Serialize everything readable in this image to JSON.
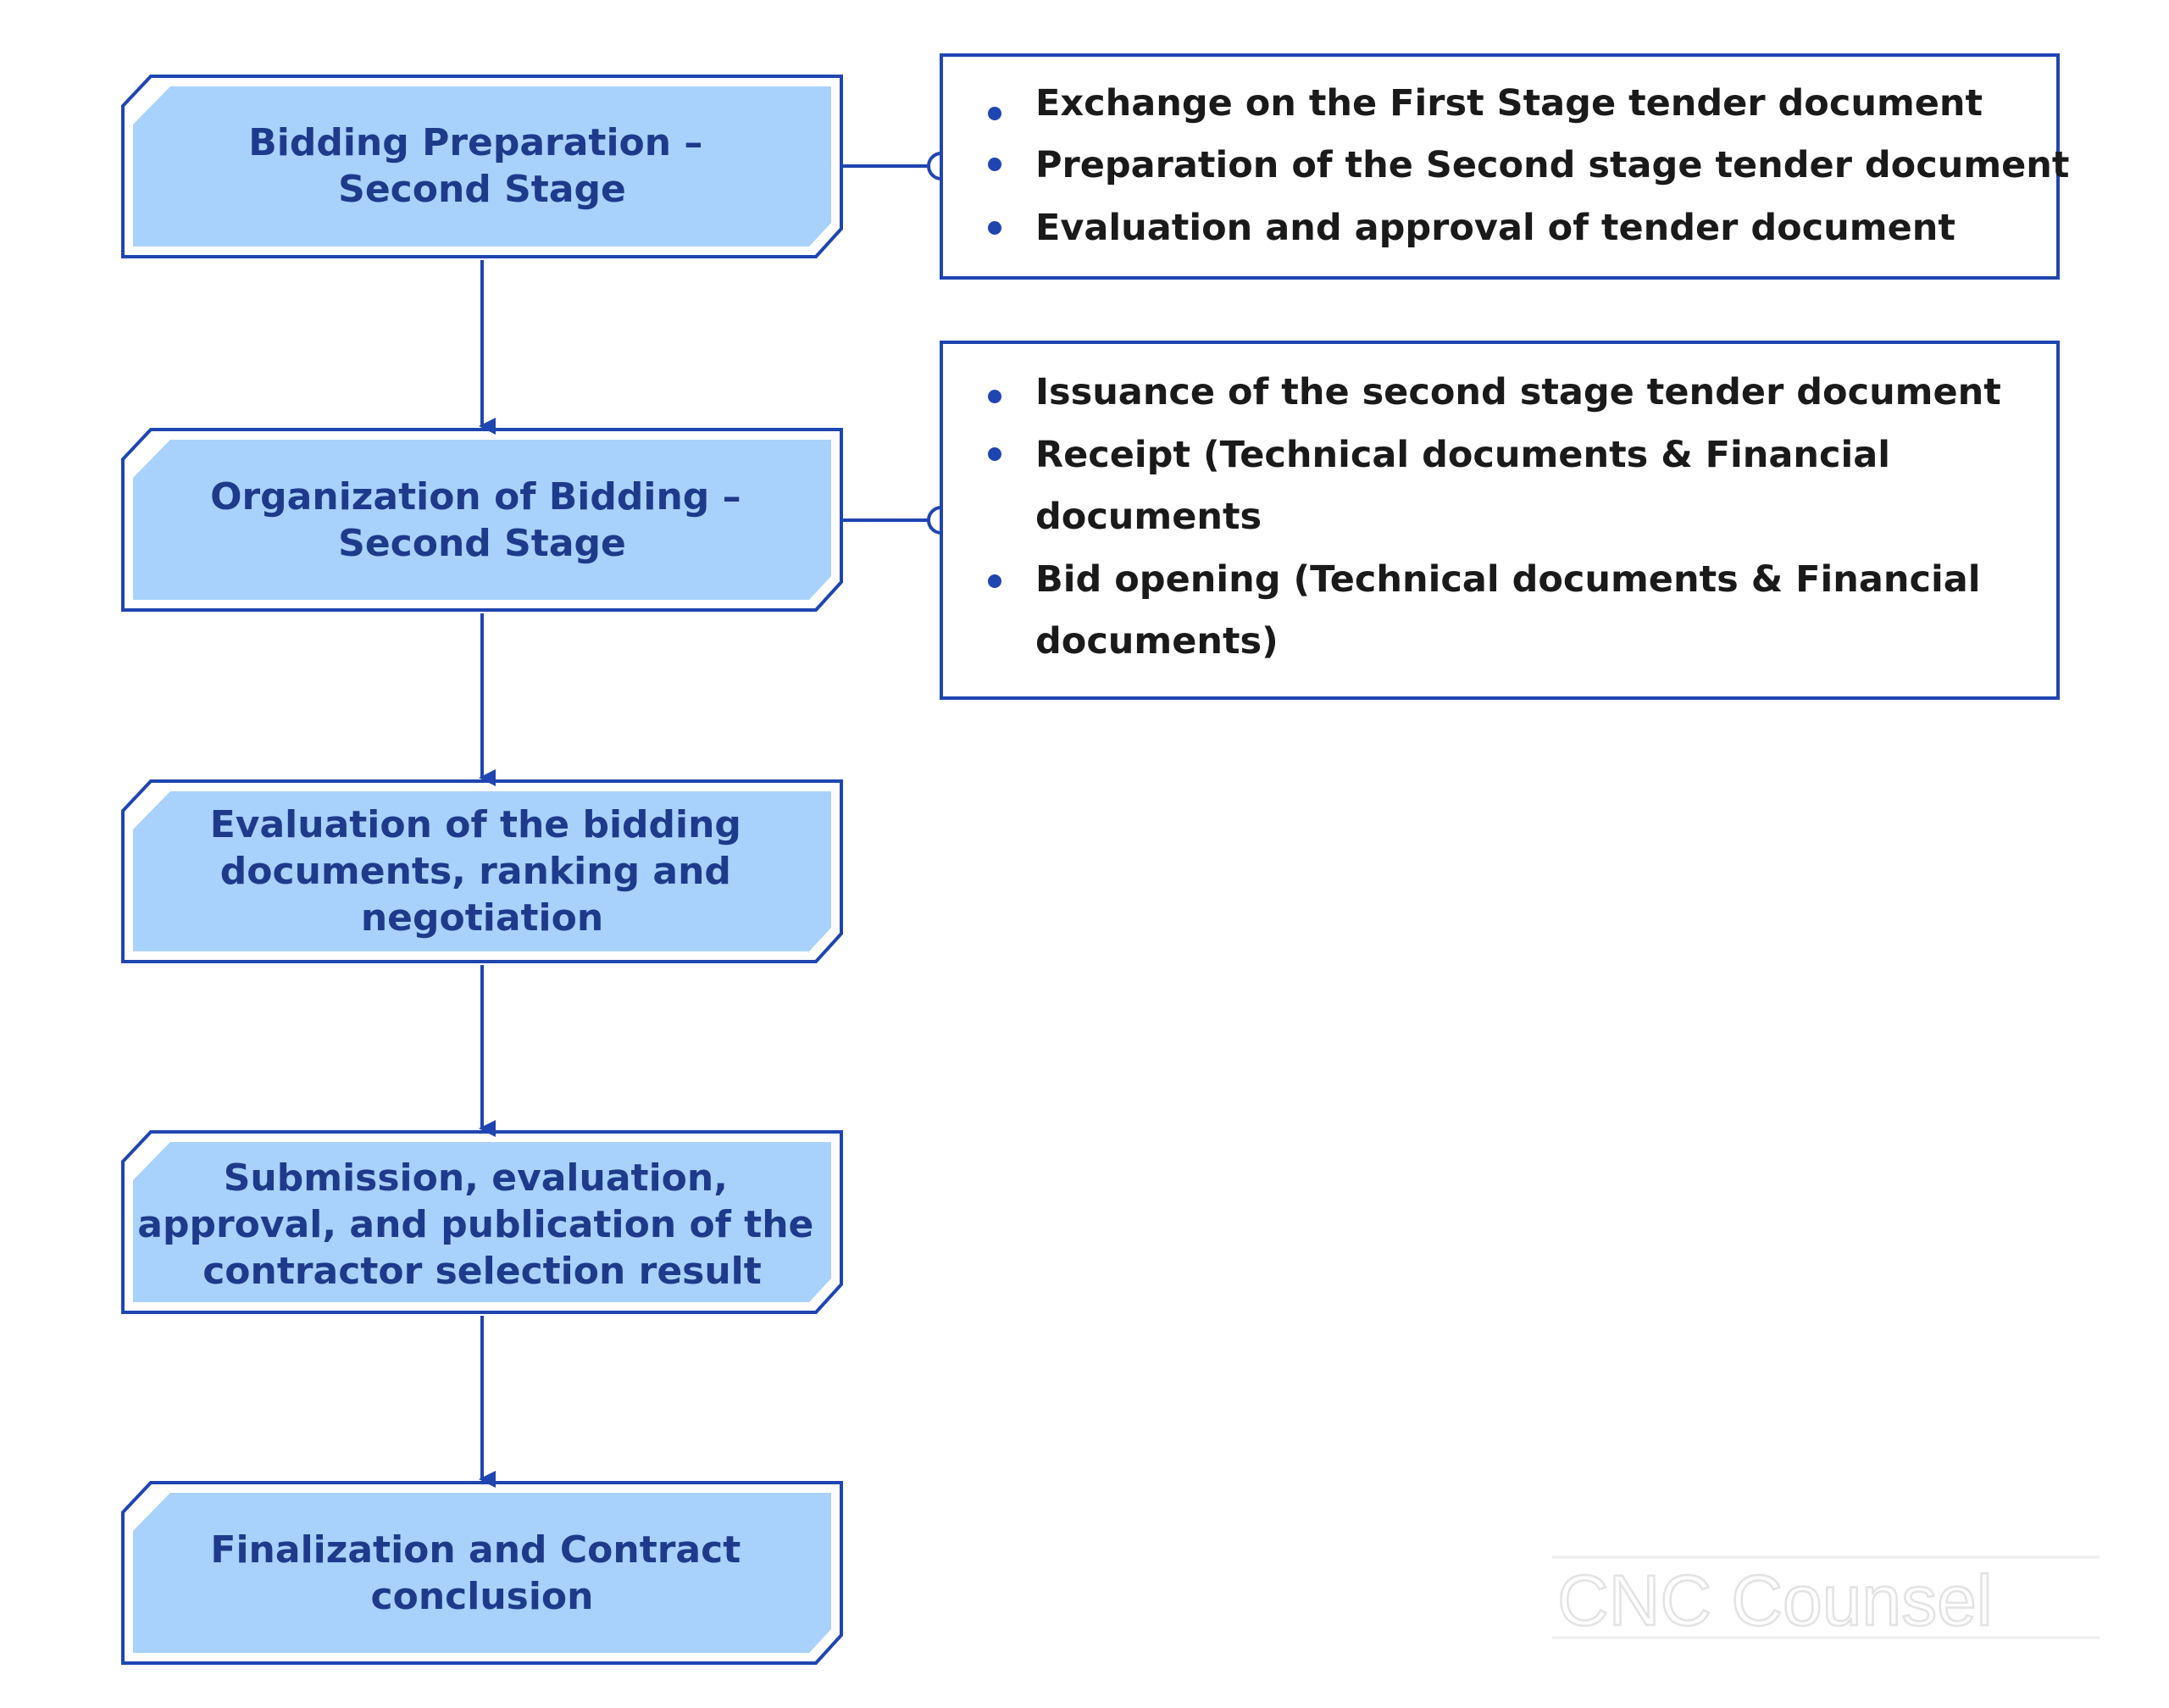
{
  "steps": [
    {
      "id": "bidding-preparation",
      "lines": [
        "Bidding Preparation –",
        "Second Stage"
      ]
    },
    {
      "id": "organization-of-bidding",
      "lines": [
        "Organization of Bidding –",
        "Second Stage"
      ]
    },
    {
      "id": "evaluation",
      "lines": [
        "Evaluation of the bidding",
        "documents, ranking and",
        "negotiation"
      ]
    },
    {
      "id": "submission",
      "lines": [
        "Submission, evaluation,",
        "approval, and publication of the",
        "contractor selection result"
      ]
    },
    {
      "id": "finalization",
      "lines": [
        "Finalization and Contract",
        "conclusion"
      ]
    }
  ],
  "details": [
    {
      "attached_to": "bidding-preparation",
      "items": [
        [
          "Exchange on the First Stage tender document"
        ],
        [
          "Preparation of the Second stage tender document"
        ],
        [
          "Evaluation and approval of tender document"
        ]
      ]
    },
    {
      "attached_to": "organization-of-bidding",
      "items": [
        [
          "Issuance of the second stage tender document"
        ],
        [
          "Receipt (Technical documents & Financial",
          "documents"
        ],
        [
          "Bid opening (Technical documents & Financial",
          "documents)"
        ]
      ]
    }
  ],
  "watermark": "CNC Counsel",
  "colors": {
    "box_fill": "#a8d2fc",
    "box_border": "#1f45b0",
    "step_text": "#1e3a8a",
    "detail_text": "#1a1a1a",
    "bullet": "#1f45b0",
    "watermark_outline": "#e3e3e3"
  }
}
